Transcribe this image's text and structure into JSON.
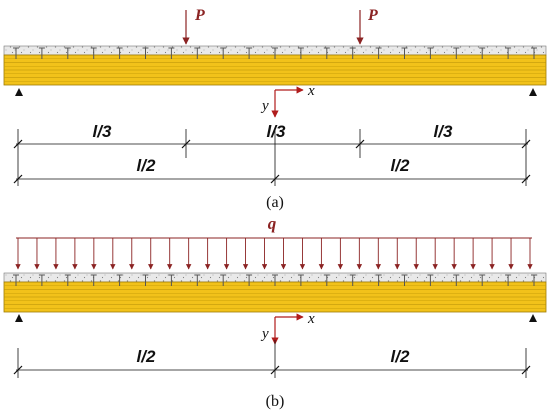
{
  "colors": {
    "concrete": "#e9e9e9",
    "timber": "#f2c21a",
    "timber_dark": "#caa008",
    "timber_line": "#9e7c06",
    "load": "#8b2323",
    "axis": "#b01c1c",
    "dim": "#111111",
    "support": "#111111",
    "connector": "#555555"
  },
  "panel_a": {
    "caption": "(a)",
    "load_symbol_left": "P",
    "load_symbol_right": "P",
    "axis_x_label": "x",
    "axis_y_label": "y",
    "dim_thirds": [
      "l/3",
      "l/3",
      "l/3"
    ],
    "dim_halves": [
      "l/2",
      "l/2"
    ]
  },
  "panel_b": {
    "caption": "(b)",
    "load_symbol": "q",
    "axis_x_label": "x",
    "axis_y_label": "y",
    "dim_halves": [
      "l/2",
      "l/2"
    ]
  }
}
